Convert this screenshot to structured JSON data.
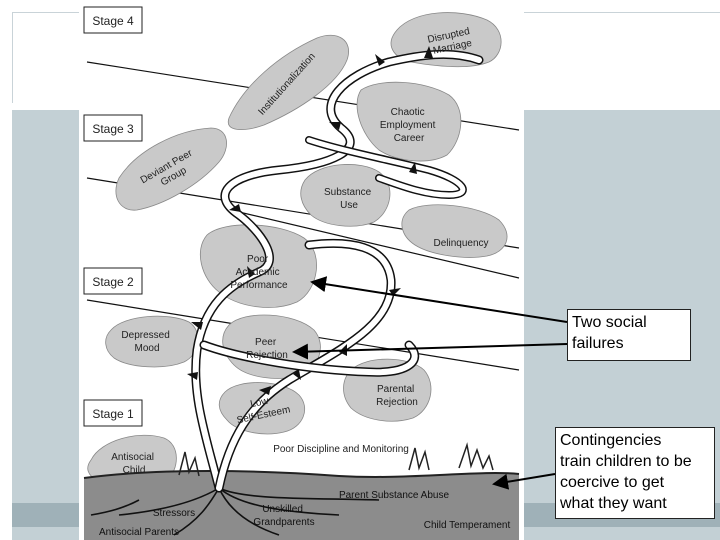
{
  "diagram": {
    "stages": [
      "Stage 4",
      "Stage 3",
      "Stage 2",
      "Stage 1"
    ],
    "leaves": {
      "disrupted_marriage": [
        "Disrupted",
        "Marriage"
      ],
      "institutionalization": "Institutionalization",
      "chaotic_employment": [
        "Chaotic",
        "Employment",
        "Career"
      ],
      "deviant_peer_group": [
        "Deviant Peer",
        "Group"
      ],
      "substance_use": [
        "Substance",
        "Use"
      ],
      "delinquency": "Delinquency",
      "poor_academic": [
        "Poor",
        "Academic",
        "Performance"
      ],
      "depressed_mood": [
        "Depressed",
        "Mood"
      ],
      "peer_rejection": [
        "Peer",
        "Rejection"
      ],
      "parental_rejection": [
        "Parental",
        "Rejection"
      ],
      "low_self_esteem": [
        "Low",
        "Self-Esteem"
      ],
      "poor_discipline": "Poor Discipline and Monitoring",
      "antisocial_child": [
        "Antisocial",
        "Child"
      ]
    },
    "roots": {
      "parent_substance_abuse": "Parent Substance Abuse",
      "stressors": "Stressors",
      "unskilled_grandparents": [
        "Unskilled",
        "Grandparents"
      ],
      "antisocial_parents": "Antisocial Parents",
      "child_temperament": "Child Temperament"
    }
  },
  "callouts": {
    "social_failures": [
      "Two social",
      "failures"
    ],
    "contingencies": [
      "Contingencies",
      "train children to be",
      "coercive to get",
      "what they want"
    ]
  },
  "colors": {
    "panel": "#c3d0d5",
    "strip": "#9fb1b8",
    "leaf": "#c9c9c9",
    "ink": "#1a1a1a"
  }
}
